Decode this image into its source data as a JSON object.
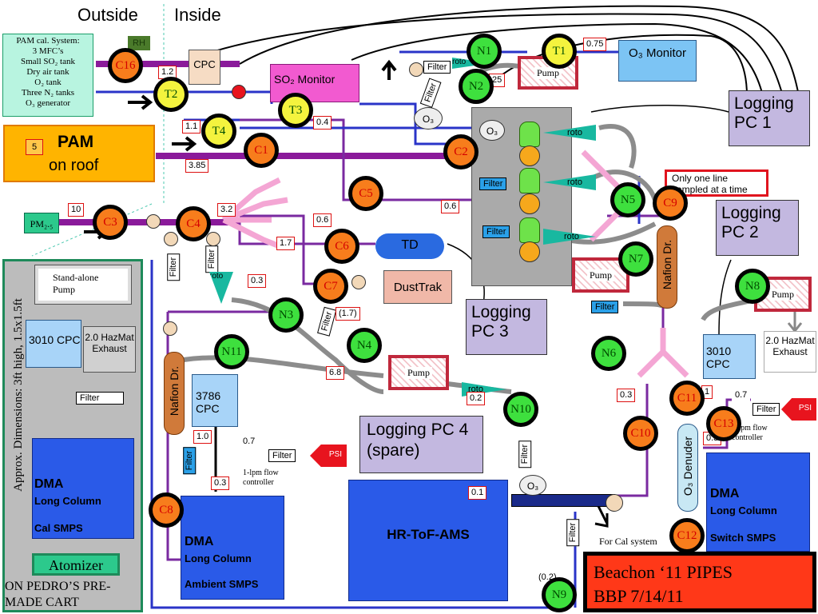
{
  "header": {
    "outside": "Outside",
    "inside": "Inside"
  },
  "pam_cal": {
    "lines": [
      "PAM cal. System:",
      "3 MFC’s",
      "Small SO₂ tank",
      "Dry air tank",
      "O₂ tank",
      "Three N₂ tanks",
      "O₃ generator"
    ]
  },
  "pam_box": {
    "badge": "5",
    "title": "PAM",
    "subtitle": "on roof"
  },
  "rh": "RH",
  "cpc_top": "CPC",
  "so2": "SO₂ Monitor",
  "o3_monitor": "O₃ Monitor",
  "logging": {
    "pc1": "Logging PC 1",
    "pc2": "Logging PC 2",
    "pc3": "Logging PC 3",
    "pc4": "Logging PC 4 (spare)"
  },
  "td": "TD",
  "dusttrak": "DustTrak",
  "pm25": "PM₂.₅",
  "note_one_line": "Only one line sampled at a time",
  "cart": {
    "dimensions": "Approx. Dimensions: 3ft high, 1.5x1.5ft",
    "standalone_pump": "Stand-alone Pump",
    "cpc3010": "3010 CPC",
    "hazmat": "2.0 HazMat Exhaust",
    "filter": "Filter",
    "dma_title": "DMA",
    "dma_sub": "Long Column",
    "dma_name": "Cal SMPS",
    "atomizer": "Atomizer",
    "footer": "ON PEDRO’S PRE-MADE CART"
  },
  "nafion_left": "Nafion Dr.",
  "nafion_right": "Nafion Dr.",
  "cpc3786": "3786 CPC",
  "dma_ambient": {
    "title": "DMA",
    "sub": "Long Column",
    "name": "Ambient SMPS"
  },
  "hr_tof": "HR-ToF-AMS",
  "cpc3010_right": "3010 CPC",
  "hazmat_right": "2.0 HazMat Exhaust",
  "dma_switch": {
    "title": "DMA",
    "sub": "Long Column",
    "name": "Switch SMPS"
  },
  "o3_denuder": "O₃ Denuder",
  "for_cal": "For Cal system",
  "flow_controller": "1-lpm flow controller",
  "flow_controller_right": "1-lpm flow controller",
  "psi": "PSI",
  "pump": "Pump",
  "filter": "Filter",
  "roto": "roto",
  "o3": "O₃",
  "beachon": {
    "line1": "Beachon ‘11 PIPES",
    "line2": "BBP 7/14/11"
  },
  "values": {
    "v075": "0.75",
    "v12": "1.2",
    "v11": "1.1",
    "v04": "0.4",
    "v385": "3.85",
    "v25": "25",
    "v10": "10",
    "v32": "3.2",
    "v06a": "0.6",
    "v06b": "0.6",
    "v17": "1.7",
    "v03a": "0.3",
    "v17p": "(1.7)",
    "v68": "6.8",
    "v02": "0.2",
    "v03b": "0.3",
    "v10b": "1.0",
    "v07": "0.7",
    "v03c": "0.3",
    "v01": "0.1",
    "v02p": "(0.2)",
    "v1": "1",
    "v07b": "0.7",
    "v03d": "0.3"
  },
  "nodes": {
    "C1": "C1",
    "C2": "C2",
    "C3": "C3",
    "C4": "C4",
    "C5": "C5",
    "C6": "C6",
    "C7": "C7",
    "C8": "C8",
    "C9": "C9",
    "C10": "C10",
    "C11": "C11",
    "C12": "C12",
    "C13": "C13",
    "C16": "C16",
    "N1": "N1",
    "N2": "N2",
    "N3": "N3",
    "N4": "N4",
    "N5": "N5",
    "N6": "N6",
    "N7": "N7",
    "N8": "N8",
    "N9": "N9",
    "N10": "N10",
    "N11": "N11",
    "T1": "T1",
    "T2": "T2",
    "T3": "T3",
    "T4": "T4"
  }
}
